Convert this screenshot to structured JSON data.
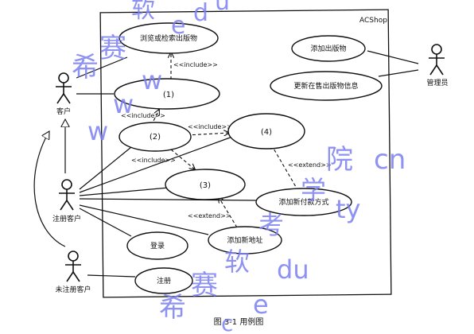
{
  "system_name": "ACShop",
  "caption": "图 3-1   用例图",
  "actors": {
    "customer": "客户",
    "registered_customer": "注册客户",
    "unregistered_customer": "未注册客户",
    "admin": "管理员"
  },
  "use_cases": {
    "browse": "浏览或检索出版物",
    "uc1": "(1)",
    "uc2": "(2)",
    "uc3": "(3)",
    "uc4": "(4)",
    "login": "登录",
    "register": "注册",
    "add_address": "添加新地址",
    "add_payment": "添加新付款方式",
    "add_publication": "添加出版物",
    "update_publication": "更新在售出版物信息"
  },
  "relations": {
    "include_browse": "<<include>>",
    "include_1": "<<include>>",
    "include_4": "<<include>>",
    "include_3": "<<include>>",
    "extend_4": "<<extend>>",
    "extend_3": "<<extend>>"
  },
  "watermarks": [
    "软",
    "e",
    "d",
    "u",
    "希",
    "赛",
    "w",
    "w",
    "w",
    "院",
    "cn",
    "考",
    "学",
    "ty",
    "希",
    "赛",
    "软",
    "e",
    "du",
    "c"
  ]
}
